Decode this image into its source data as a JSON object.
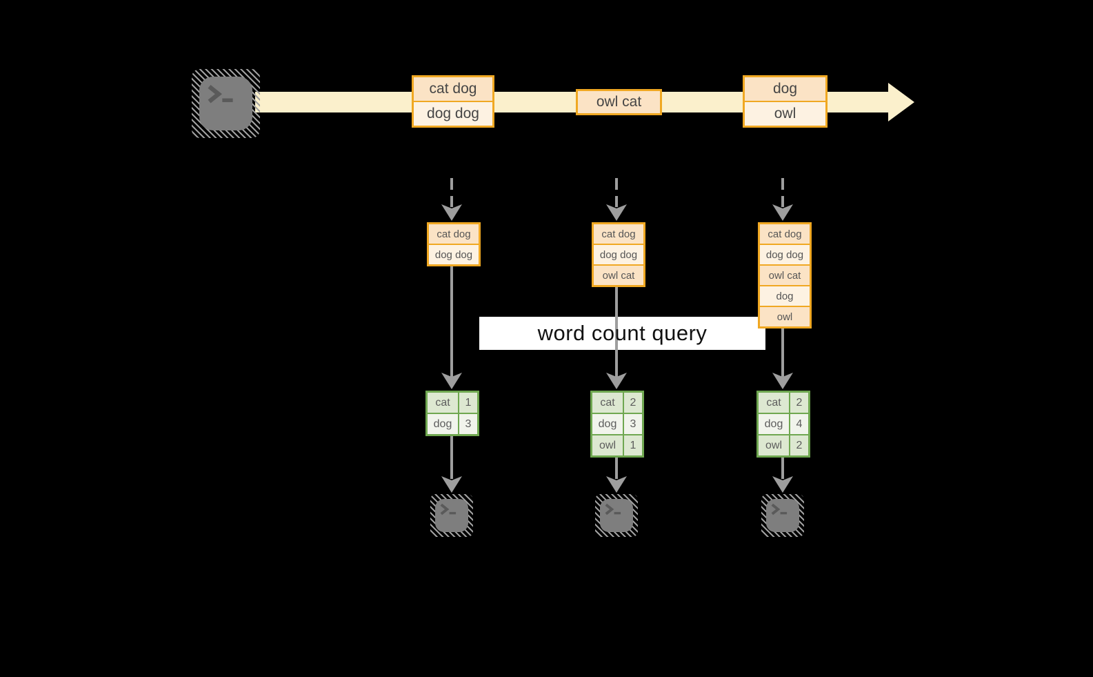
{
  "label": {
    "text": "word count query"
  },
  "stream": {
    "messages": [
      {
        "rows": [
          "cat dog",
          "dog dog"
        ]
      },
      {
        "rows": [
          "owl cat"
        ]
      },
      {
        "rows": [
          "dog",
          "owl"
        ]
      }
    ]
  },
  "states": [
    {
      "rows": [
        "cat dog",
        "dog dog"
      ]
    },
    {
      "rows": [
        "cat dog",
        "dog dog",
        "owl cat"
      ]
    },
    {
      "rows": [
        "cat dog",
        "dog dog",
        "owl cat",
        "dog",
        "owl"
      ]
    }
  ],
  "counts": [
    {
      "rows": [
        [
          "cat",
          "1"
        ],
        [
          "dog",
          "3"
        ]
      ]
    },
    {
      "rows": [
        [
          "cat",
          "2"
        ],
        [
          "dog",
          "3"
        ],
        [
          "owl",
          "1"
        ]
      ]
    },
    {
      "rows": [
        [
          "cat",
          "2"
        ],
        [
          "dog",
          "4"
        ],
        [
          "owl",
          "2"
        ]
      ]
    }
  ],
  "icons": {
    "source": "terminal-icon",
    "sinks": [
      "terminal-icon",
      "terminal-icon",
      "terminal-icon"
    ]
  },
  "colors": {
    "background": "#000000",
    "stream_band": "#fbf0cc",
    "box_border": "#f0a822",
    "box_fill": "#fbe3c5",
    "box_fill_alt": "#fdf2e2",
    "table_border": "#6fa750",
    "table_fill": "#dde8d1",
    "table_fill_alt": "#f1f4ec",
    "arrow_gray": "#9e9e9e",
    "terminal_gray": "#7e7e7e",
    "label_bg": "#ffffff",
    "label_text": "#111111"
  }
}
